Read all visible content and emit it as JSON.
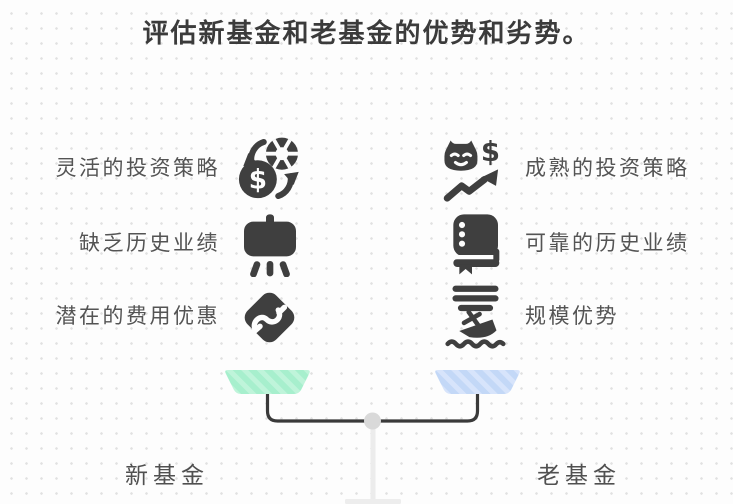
{
  "title": "评估新基金和老基金的优势和劣势。",
  "left_column": {
    "label": "新基金",
    "items": [
      {
        "text": "灵活的投资策略",
        "icon": "money-cycle-icon"
      },
      {
        "text": "缺乏历史业绩",
        "icon": "easel-board-icon"
      },
      {
        "text": "潜在的费用优惠",
        "icon": "dollar-price-tag-icon"
      }
    ]
  },
  "right_column": {
    "label": "老基金",
    "items": [
      {
        "text": "成熟的投资策略",
        "icon": "cat-growth-chart-icon"
      },
      {
        "text": "可靠的历史业绩",
        "icon": "notebook-icon"
      },
      {
        "text": "规模优势",
        "icon": "boat-on-waves-icon"
      }
    ]
  },
  "glyphs": {
    "dollar": "$"
  },
  "colors": {
    "icon": "#3f3f3f",
    "icon_cutout": "#fdfdfd",
    "title_text": "#3b3b3b",
    "item_text": "#545454",
    "beam": "#3a3a3a",
    "pivot": "#d9d9d9",
    "post": "#ececec",
    "base": "#ededed",
    "left_pan": "#a7efcd",
    "left_pan_stripe": "#bff4da",
    "right_pan": "#c3d8f7",
    "right_pan_stripe": "#d7e4fb"
  }
}
